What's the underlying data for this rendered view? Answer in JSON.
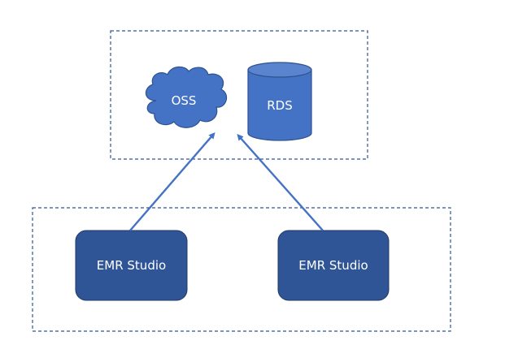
{
  "storage": {
    "oss_label": "OSS",
    "rds_label": "RDS"
  },
  "clients": [
    {
      "label": "EMR Studio"
    },
    {
      "label": "EMR Studio"
    }
  ],
  "colors": {
    "light_blue": "#4472C4",
    "dark_blue": "#2F5597",
    "border_blue": "#2F528F",
    "arrow": "#4472C4",
    "dashed_border": "#2F5597"
  }
}
